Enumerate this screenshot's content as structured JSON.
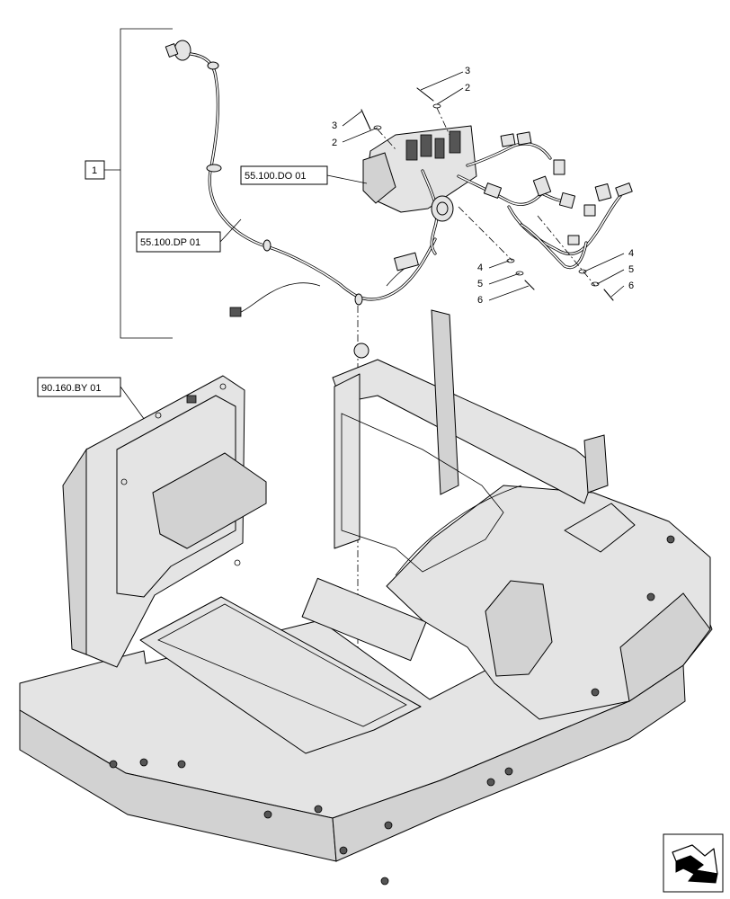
{
  "references": {
    "harness_group": "55.100.DP 01",
    "connector_group": "55.100.DO 01",
    "cab_group": "90.160.BY 01"
  },
  "item_group_label": "1",
  "callouts_top_left": {
    "a": "3",
    "b": "2"
  },
  "callouts_top_right": {
    "a": "3",
    "b": "2"
  },
  "callouts_mid_left": {
    "a": "4",
    "b": "5",
    "c": "6"
  },
  "callouts_mid_right": {
    "a": "4",
    "b": "5",
    "c": "6"
  },
  "icons": {
    "corner": "navigation-arrow-icon"
  }
}
